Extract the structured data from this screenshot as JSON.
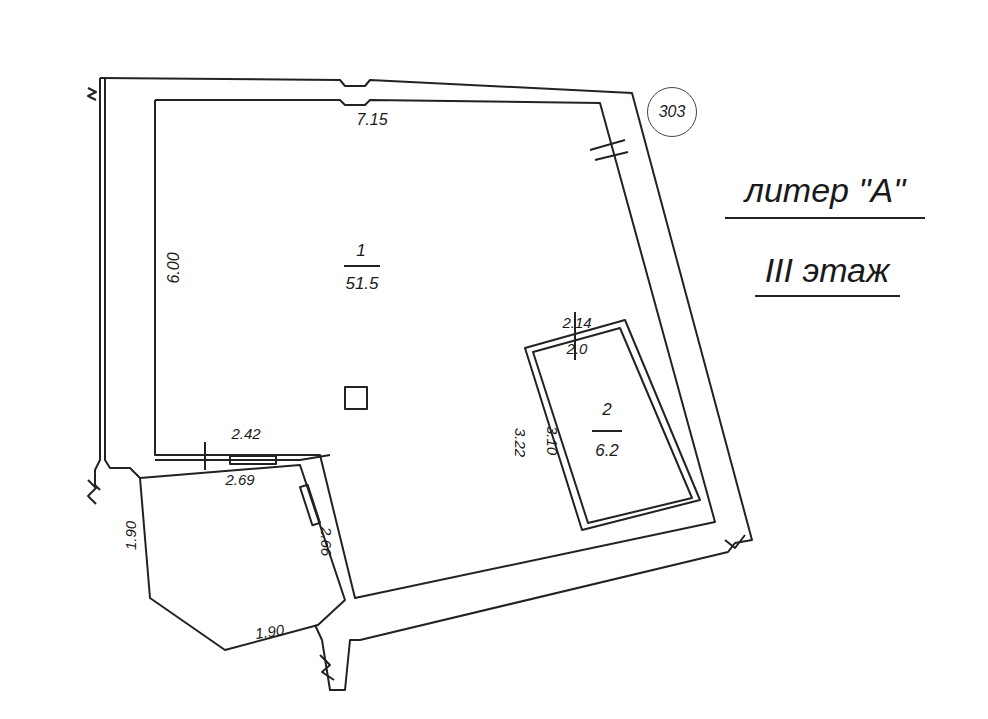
{
  "diagram": {
    "nodes": [
      {
        "text": [
          "303"
        ]
      },
      {
        "text": [
          "2",
          "6.2"
        ]
      }
    ],
    "labels": [
      "7.15",
      "6.00",
      "1",
      "51.5",
      "2.14",
      "2.0",
      "3.22",
      "3.10",
      "2.42",
      "2.69",
      "2.66",
      "1.90",
      "1.90",
      "литер \"А\"",
      "III этаж"
    ]
  }
}
